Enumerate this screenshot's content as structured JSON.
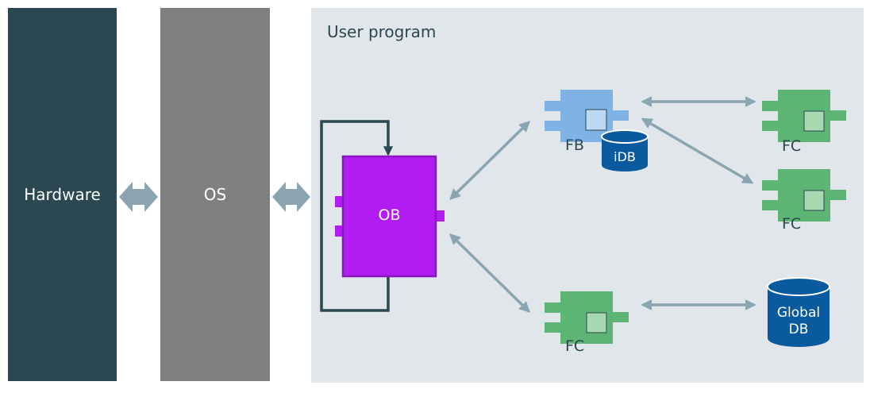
{
  "hardware": {
    "label": "Hardware"
  },
  "os": {
    "label": "OS"
  },
  "user_program": {
    "title": "User program",
    "ob_label": "OB",
    "fb_label": "FB",
    "idb_label": "iDB",
    "fc_top_label": "FC",
    "fc_mid_label": "FC",
    "fc_bottom_label": "FC",
    "global_db_line1": "Global",
    "global_db_line2": "DB"
  },
  "colors": {
    "hardware": "#2a4752",
    "os": "#808080",
    "background": "#e1e6ea",
    "ob": "#b21cf2",
    "fb": "#7fb2e5",
    "fc": "#5db574",
    "db": "#0a5aa0",
    "arrow": "#8aa4b2"
  }
}
